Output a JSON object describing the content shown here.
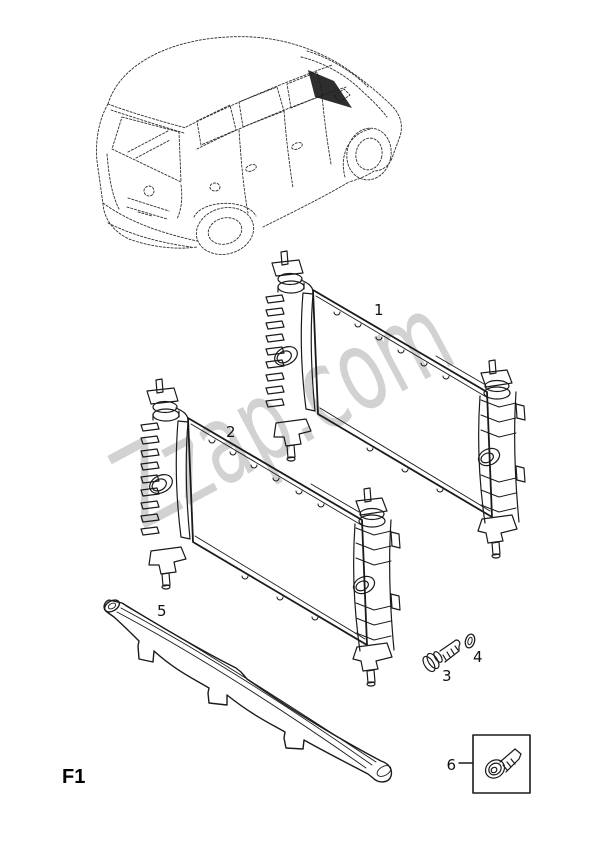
{
  "figure_code": "F1",
  "watermark": "Zzap.com",
  "labels": {
    "part1": "1",
    "part2": "2",
    "part3": "3",
    "part4": "4",
    "part5": "5",
    "part6": "6"
  },
  "colors": {
    "background": "#ffffff",
    "line": "#1b1b1b",
    "car_sketch": "#2f2f2f",
    "watermark": "#d2d2d2",
    "highlight_patch": "#1c1c1c"
  }
}
